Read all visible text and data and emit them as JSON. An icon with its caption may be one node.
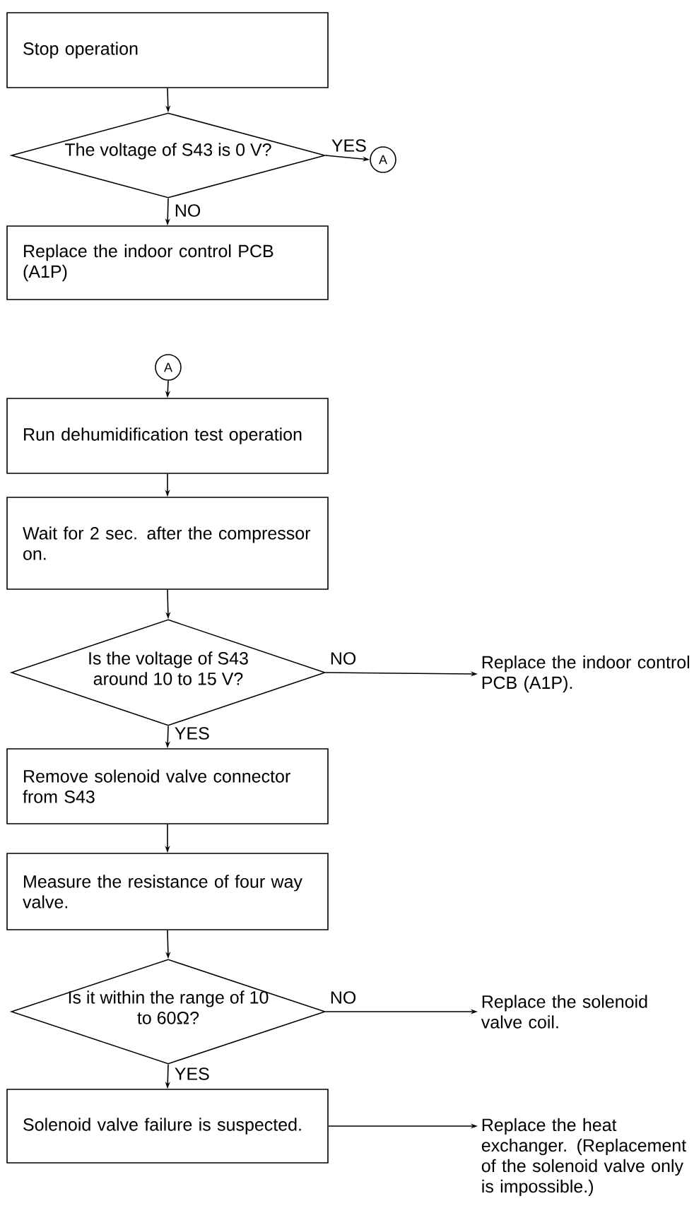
{
  "diagram": {
    "nodes": [
      {
        "text": [
          "Stop operation"
        ]
      },
      {
        "text": [
          "The voltage of S43 is 0 V?"
        ]
      },
      {
        "text": [
          "A"
        ]
      },
      {
        "text": [
          "Replace the indoor control PCB (A1P)"
        ]
      },
      {
        "text": [
          "A"
        ]
      },
      {
        "text": [
          "Run dehumidification test operation"
        ]
      },
      {
        "text": [
          "Wait for 2 sec. after the compressor on."
        ]
      },
      {
        "text": [
          "Is the voltage of S43 around 10 to 15 V?"
        ]
      },
      {
        "text": [
          "Replace the indoor control PCB (A1P)."
        ]
      },
      {
        "text": [
          "Remove solenoid valve connector from S43"
        ]
      },
      {
        "text": [
          "Measure the resistance of four way valve."
        ]
      },
      {
        "text": [
          "Is it within the range of 10 to 60Ω?"
        ]
      },
      {
        "text": [
          "Replace the solenoid valve coil."
        ]
      },
      {
        "text": [
          "Solenoid valve failure is suspected."
        ]
      },
      {
        "text": [
          "Replace the heat exchanger. (Replacement of the solenoid valve only is impossible.)"
        ]
      }
    ],
    "edges": [
      {
        "from": 0,
        "to": 1,
        "arrow": "to"
      },
      {
        "from": 1,
        "to": 2,
        "arrow": "to",
        "label": "YES"
      },
      {
        "from": 1,
        "to": 3,
        "arrow": "to",
        "label": "NO"
      },
      {
        "from": 4,
        "to": 5,
        "arrow": "to"
      },
      {
        "from": 5,
        "to": 6,
        "arrow": "to"
      },
      {
        "from": 6,
        "to": 7,
        "arrow": "to"
      },
      {
        "from": 7,
        "to": 8,
        "arrow": "to",
        "label": "NO"
      },
      {
        "from": 7,
        "to": 9,
        "arrow": "to",
        "label": "YES"
      },
      {
        "from": 9,
        "to": 10,
        "arrow": "to"
      },
      {
        "from": 10,
        "to": 11,
        "arrow": "to"
      },
      {
        "from": 11,
        "to": 12,
        "arrow": "to",
        "label": "NO"
      },
      {
        "from": 11,
        "to": 13,
        "arrow": "to",
        "label": "YES"
      },
      {
        "from": 13,
        "to": 14,
        "arrow": "to"
      }
    ]
  }
}
